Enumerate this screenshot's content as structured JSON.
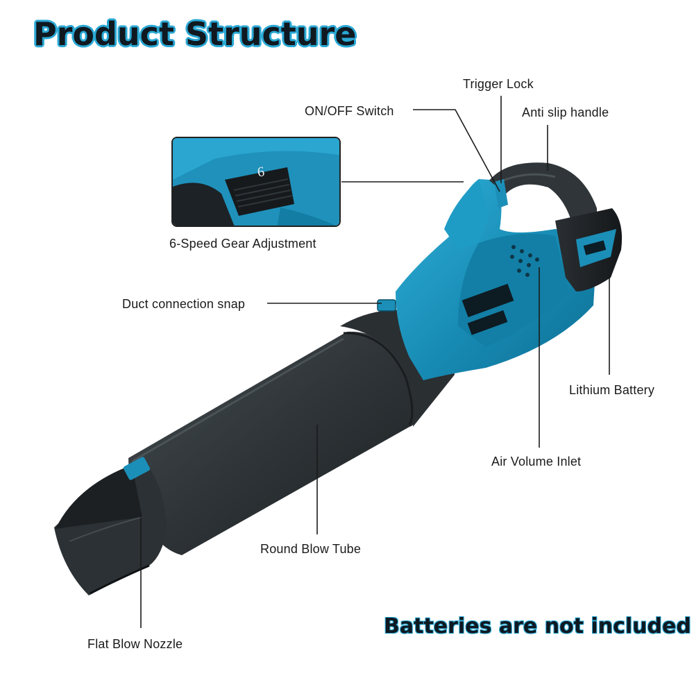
{
  "title": "Product Structure",
  "note": "Batteries are not included",
  "labels": {
    "trigger_lock": "Trigger Lock",
    "on_off_switch": "ON/OFF Switch",
    "anti_slip_handle": "Anti slip handle",
    "gear_adjustment": "6-Speed Gear Adjustment",
    "duct_snap": "Duct connection snap",
    "lithium_battery": "Lithium Battery",
    "air_inlet": "Air Volume Inlet",
    "blow_tube": "Round Blow Tube",
    "flat_nozzle": "Flat Blow Nozzle"
  },
  "inset": {
    "dial_value": "6"
  },
  "colors": {
    "body_blue": "#1b8fb8",
    "tube_dark": "#2b3033",
    "title_outline": "#2aa8d4"
  }
}
